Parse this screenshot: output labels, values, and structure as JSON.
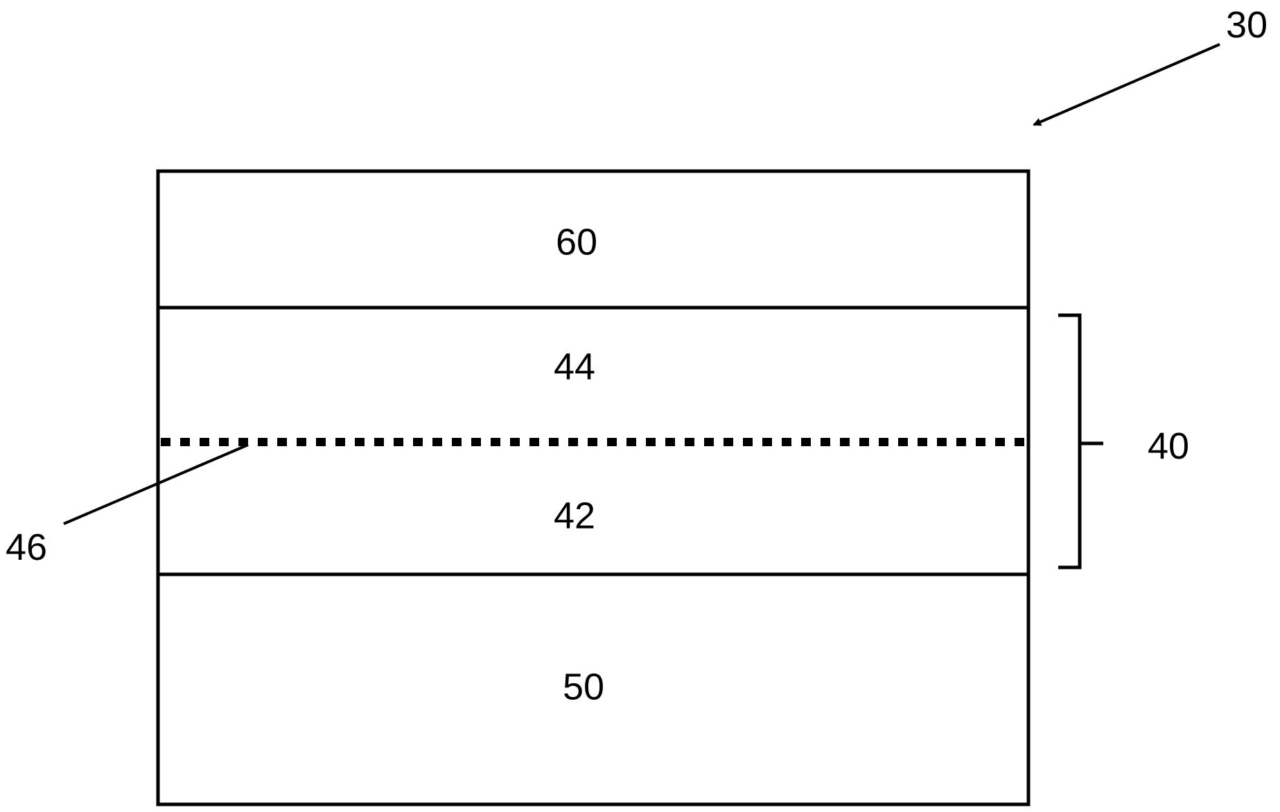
{
  "diagram": {
    "reference_labels": {
      "device": "30",
      "layer_group": "40",
      "interface": "46"
    },
    "layers": [
      {
        "label": "60"
      },
      {
        "label": "44"
      },
      {
        "label": "42"
      },
      {
        "label": "50"
      }
    ],
    "colors": {
      "line": "#000000",
      "background": "#ffffff"
    }
  }
}
